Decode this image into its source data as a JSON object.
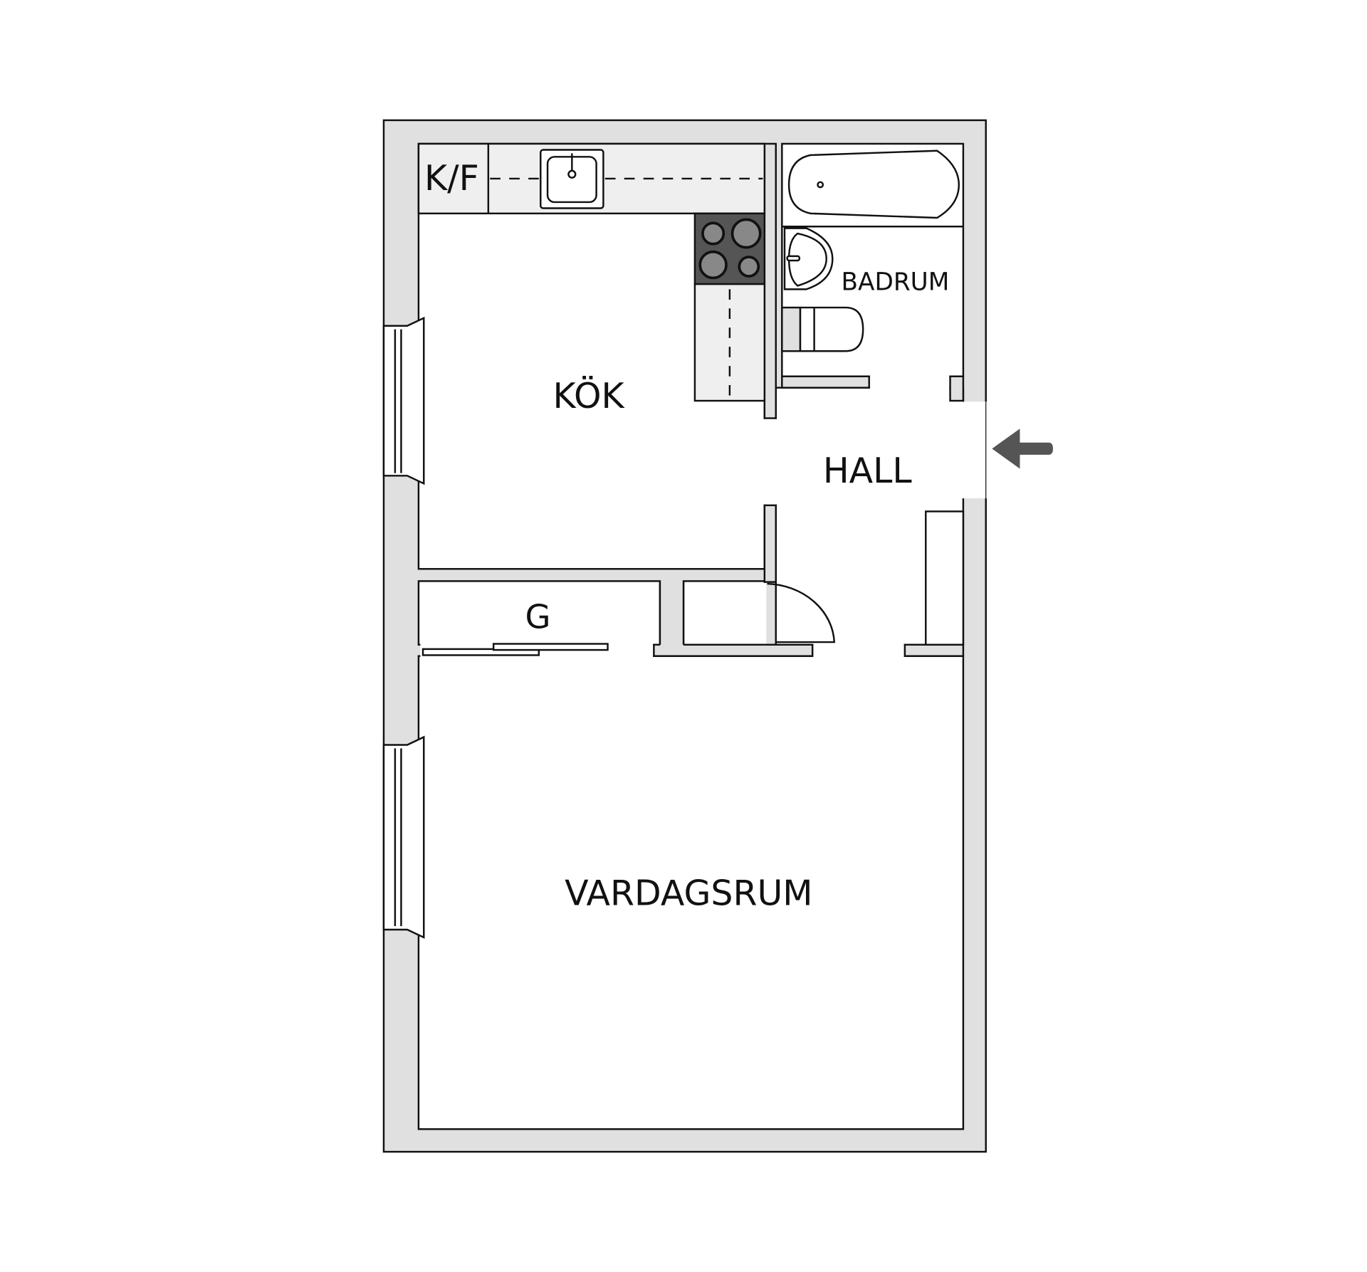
{
  "rooms": {
    "kitchen": "KÖK",
    "fridge_freezer": "K/F",
    "bathroom": "BADRUM",
    "hall": "HALL",
    "closet": "G",
    "living_room": "VARDAGSRUM"
  },
  "icons": {
    "entrance": "arrow-left-icon",
    "stove": "stove-icon",
    "kitchen_sink": "sink-icon",
    "bathtub": "bathtub-icon",
    "washbasin": "washbasin-icon",
    "toilet": "toilet-icon"
  },
  "colors": {
    "wall": "#e0e0e0",
    "counter": "#efefef",
    "stove": "#555555",
    "arrow": "#555555"
  }
}
